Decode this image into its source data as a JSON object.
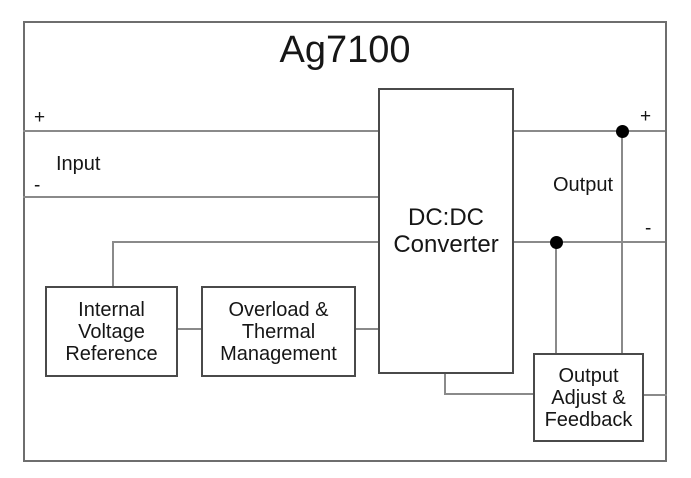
{
  "diagram": {
    "title": "Ag7100",
    "blocks": {
      "converter": {
        "name": "DC:DC Converter",
        "lines": [
          "DC:DC",
          "Converter"
        ]
      },
      "reference": {
        "name": "Internal Voltage Reference",
        "lines": [
          "Internal",
          "Voltage",
          "Reference"
        ]
      },
      "overload": {
        "name": "Overload & Thermal Management",
        "lines": [
          "Overload &",
          "Thermal",
          "Management"
        ]
      },
      "feedback": {
        "name": "Output Adjust & Feedback",
        "lines": [
          "Output",
          "Adjust &",
          "Feedback"
        ]
      }
    },
    "terminals": {
      "input_label": "Input",
      "output_label": "Output",
      "input_plus": "+",
      "input_minus": "-",
      "output_plus": "+",
      "output_minus": "-"
    },
    "colors": {
      "background": "#ffffff",
      "outer_border": "#6e6e6e",
      "block_border": "#4a4a4a",
      "wire": "#8a8a8a",
      "junction": "#000000",
      "text": "#161616"
    }
  }
}
